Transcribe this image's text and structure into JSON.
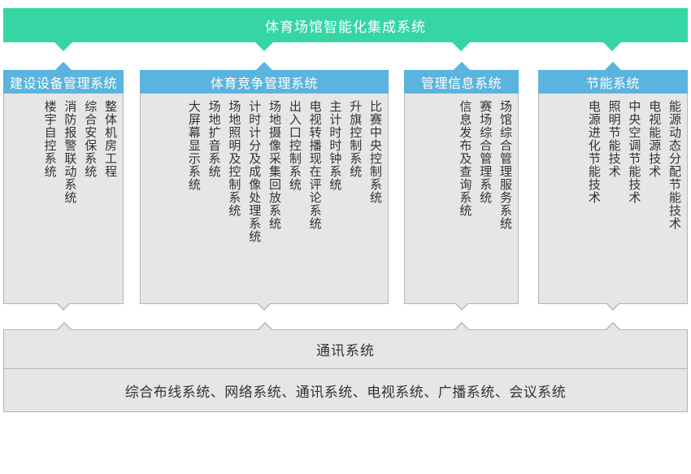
{
  "master": {
    "title": "体育场馆智能化集成系统",
    "color": "#35d6a4"
  },
  "theme": {
    "green": "#35d6a4",
    "blue": "#5bb4dd",
    "panel_gray": "#e6e6e6",
    "border_gray": "#b5b5b5",
    "text_dark": "#333333",
    "text_light": "#ffffff"
  },
  "pillars": [
    {
      "title": "建设设备管理系统",
      "items": [
        "整体机房工程",
        "综合安保系统",
        "消防报警联动系统",
        "楼宇自控系统"
      ]
    },
    {
      "title": "体育竞争管理系统",
      "items": [
        "比赛中央控制系统",
        "升旗控制系统",
        "主计时时钟系统",
        "电视转播现在评论系统",
        "出入口控制系统",
        "场地摄像采集回放系统",
        "计时计分及成像处理系统",
        "场地照明及控制系统",
        "场地扩音系统",
        "大屏幕显示系统"
      ]
    },
    {
      "title": "管理信息系统",
      "items": [
        "场馆综合管理服务系统",
        "赛场综合管理系统",
        "信息发布及查询系统"
      ]
    },
    {
      "title": "节能系统",
      "items": [
        "能源动态分配节能技术",
        "电视能源技术",
        "中央空调节能技术",
        "照明节能技术",
        "电源进化节能技术"
      ]
    }
  ],
  "comms": {
    "title": "通讯系统",
    "subtitle": "综合布线系统、网络系统、通讯系统、电视系统、广播系统、会议系统"
  }
}
